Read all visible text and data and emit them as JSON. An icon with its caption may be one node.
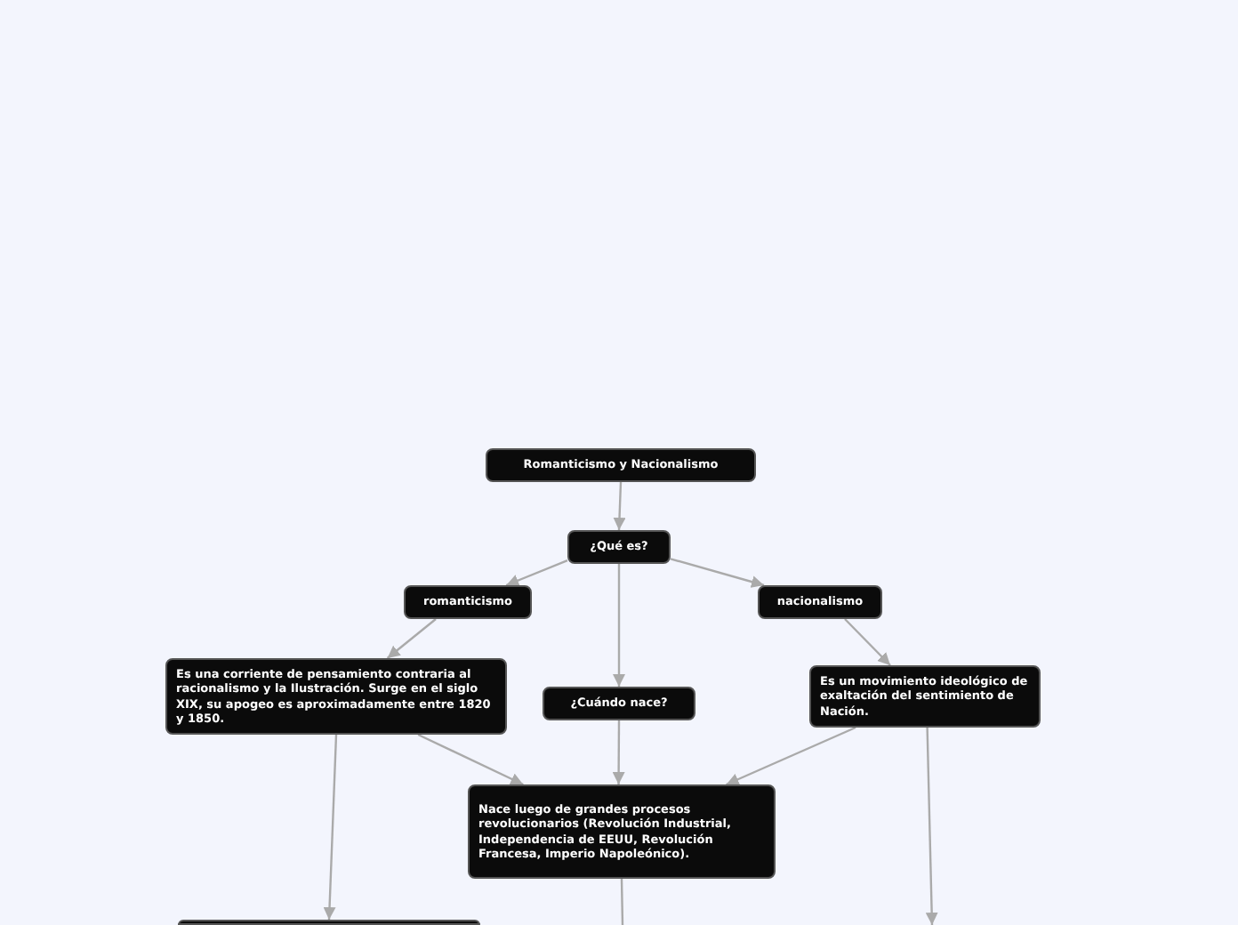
{
  "diagram": {
    "nodes": [
      {
        "text": [
          "Romanticismo y Nacionalismo"
        ]
      },
      {
        "text": [
          "¿Qué es?"
        ]
      },
      {
        "text": [
          "romanticismo"
        ]
      },
      {
        "text": [
          "nacionalismo"
        ]
      },
      {
        "text": [
          "Es una corriente de pensamiento contraria al racionalismo y la Ilustración. Surge en el siglo XIX, su apogeo es aproximadamente entre 1820 y 1850."
        ]
      },
      {
        "text": [
          "¿Cuándo nace?"
        ]
      },
      {
        "text": [
          "Es un movimiento ideológico de exaltación del sentimiento de Nación."
        ]
      },
      {
        "text": [
          "Nace luego de grandes procesos revolucionarios (Revolución Industrial, Independencia de EEUU, Revolución Francesa, Imperio Napoleónico)."
        ]
      },
      {
        "text": [],
        "shape": "box"
      }
    ],
    "edges": [
      {
        "from": 0,
        "to": 1,
        "arrow": "to"
      },
      {
        "from": 1,
        "to": 2,
        "arrow": "to"
      },
      {
        "from": 1,
        "to": 3,
        "arrow": "to"
      },
      {
        "from": 1,
        "to": 5,
        "arrow": "to"
      },
      {
        "from": 2,
        "to": 4,
        "arrow": "to"
      },
      {
        "from": 3,
        "to": 6,
        "arrow": "to"
      },
      {
        "from": 4,
        "to": 7,
        "arrow": "to"
      },
      {
        "from": 5,
        "to": 7,
        "arrow": "to"
      },
      {
        "from": 6,
        "to": 7,
        "arrow": "to"
      },
      {
        "from": 4,
        "to": 8,
        "arrow": "to"
      },
      {
        "from": 6,
        "to": null,
        "arrow": "to"
      },
      {
        "from": 7,
        "to": null,
        "arrow": "none"
      }
    ]
  }
}
